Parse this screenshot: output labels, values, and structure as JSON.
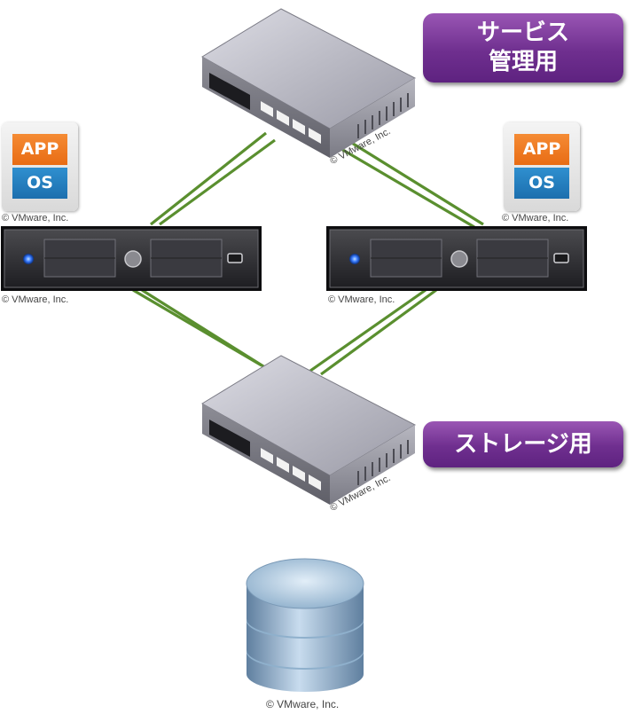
{
  "labels": {
    "service_line1": "サービス",
    "service_line2": "管理用",
    "storage": "ストレージ用"
  },
  "app_tiles": {
    "app_text": "APP",
    "os_text": "OS"
  },
  "credits": {
    "text": "© VMware, Inc."
  },
  "colors": {
    "label_purple": "#6f2f8f",
    "link_green": "#5a8f2f",
    "app_orange": "#e86c14",
    "os_blue": "#1c6fae",
    "server_body": "#2a2a2a"
  }
}
